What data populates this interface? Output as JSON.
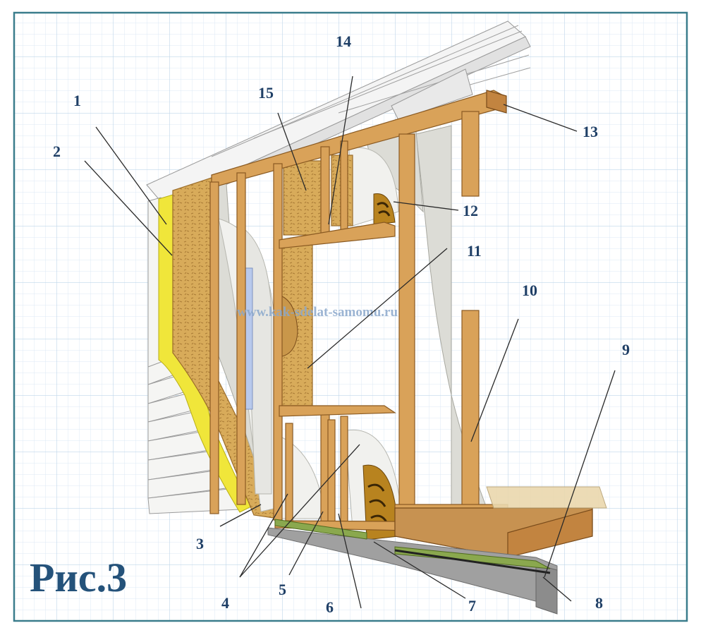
{
  "figure": {
    "title": "Рис.3",
    "watermark": "www.kak-sdelat-samomu.ru"
  },
  "callouts": [
    "1",
    "2",
    "3",
    "4",
    "5",
    "6",
    "7",
    "8",
    "9",
    "10",
    "11",
    "12",
    "13",
    "14",
    "15"
  ],
  "colors": {
    "border": "#3a7d8c",
    "grid": "#cfe0ef",
    "title": "#24527a",
    "label": "#1f3f66"
  }
}
